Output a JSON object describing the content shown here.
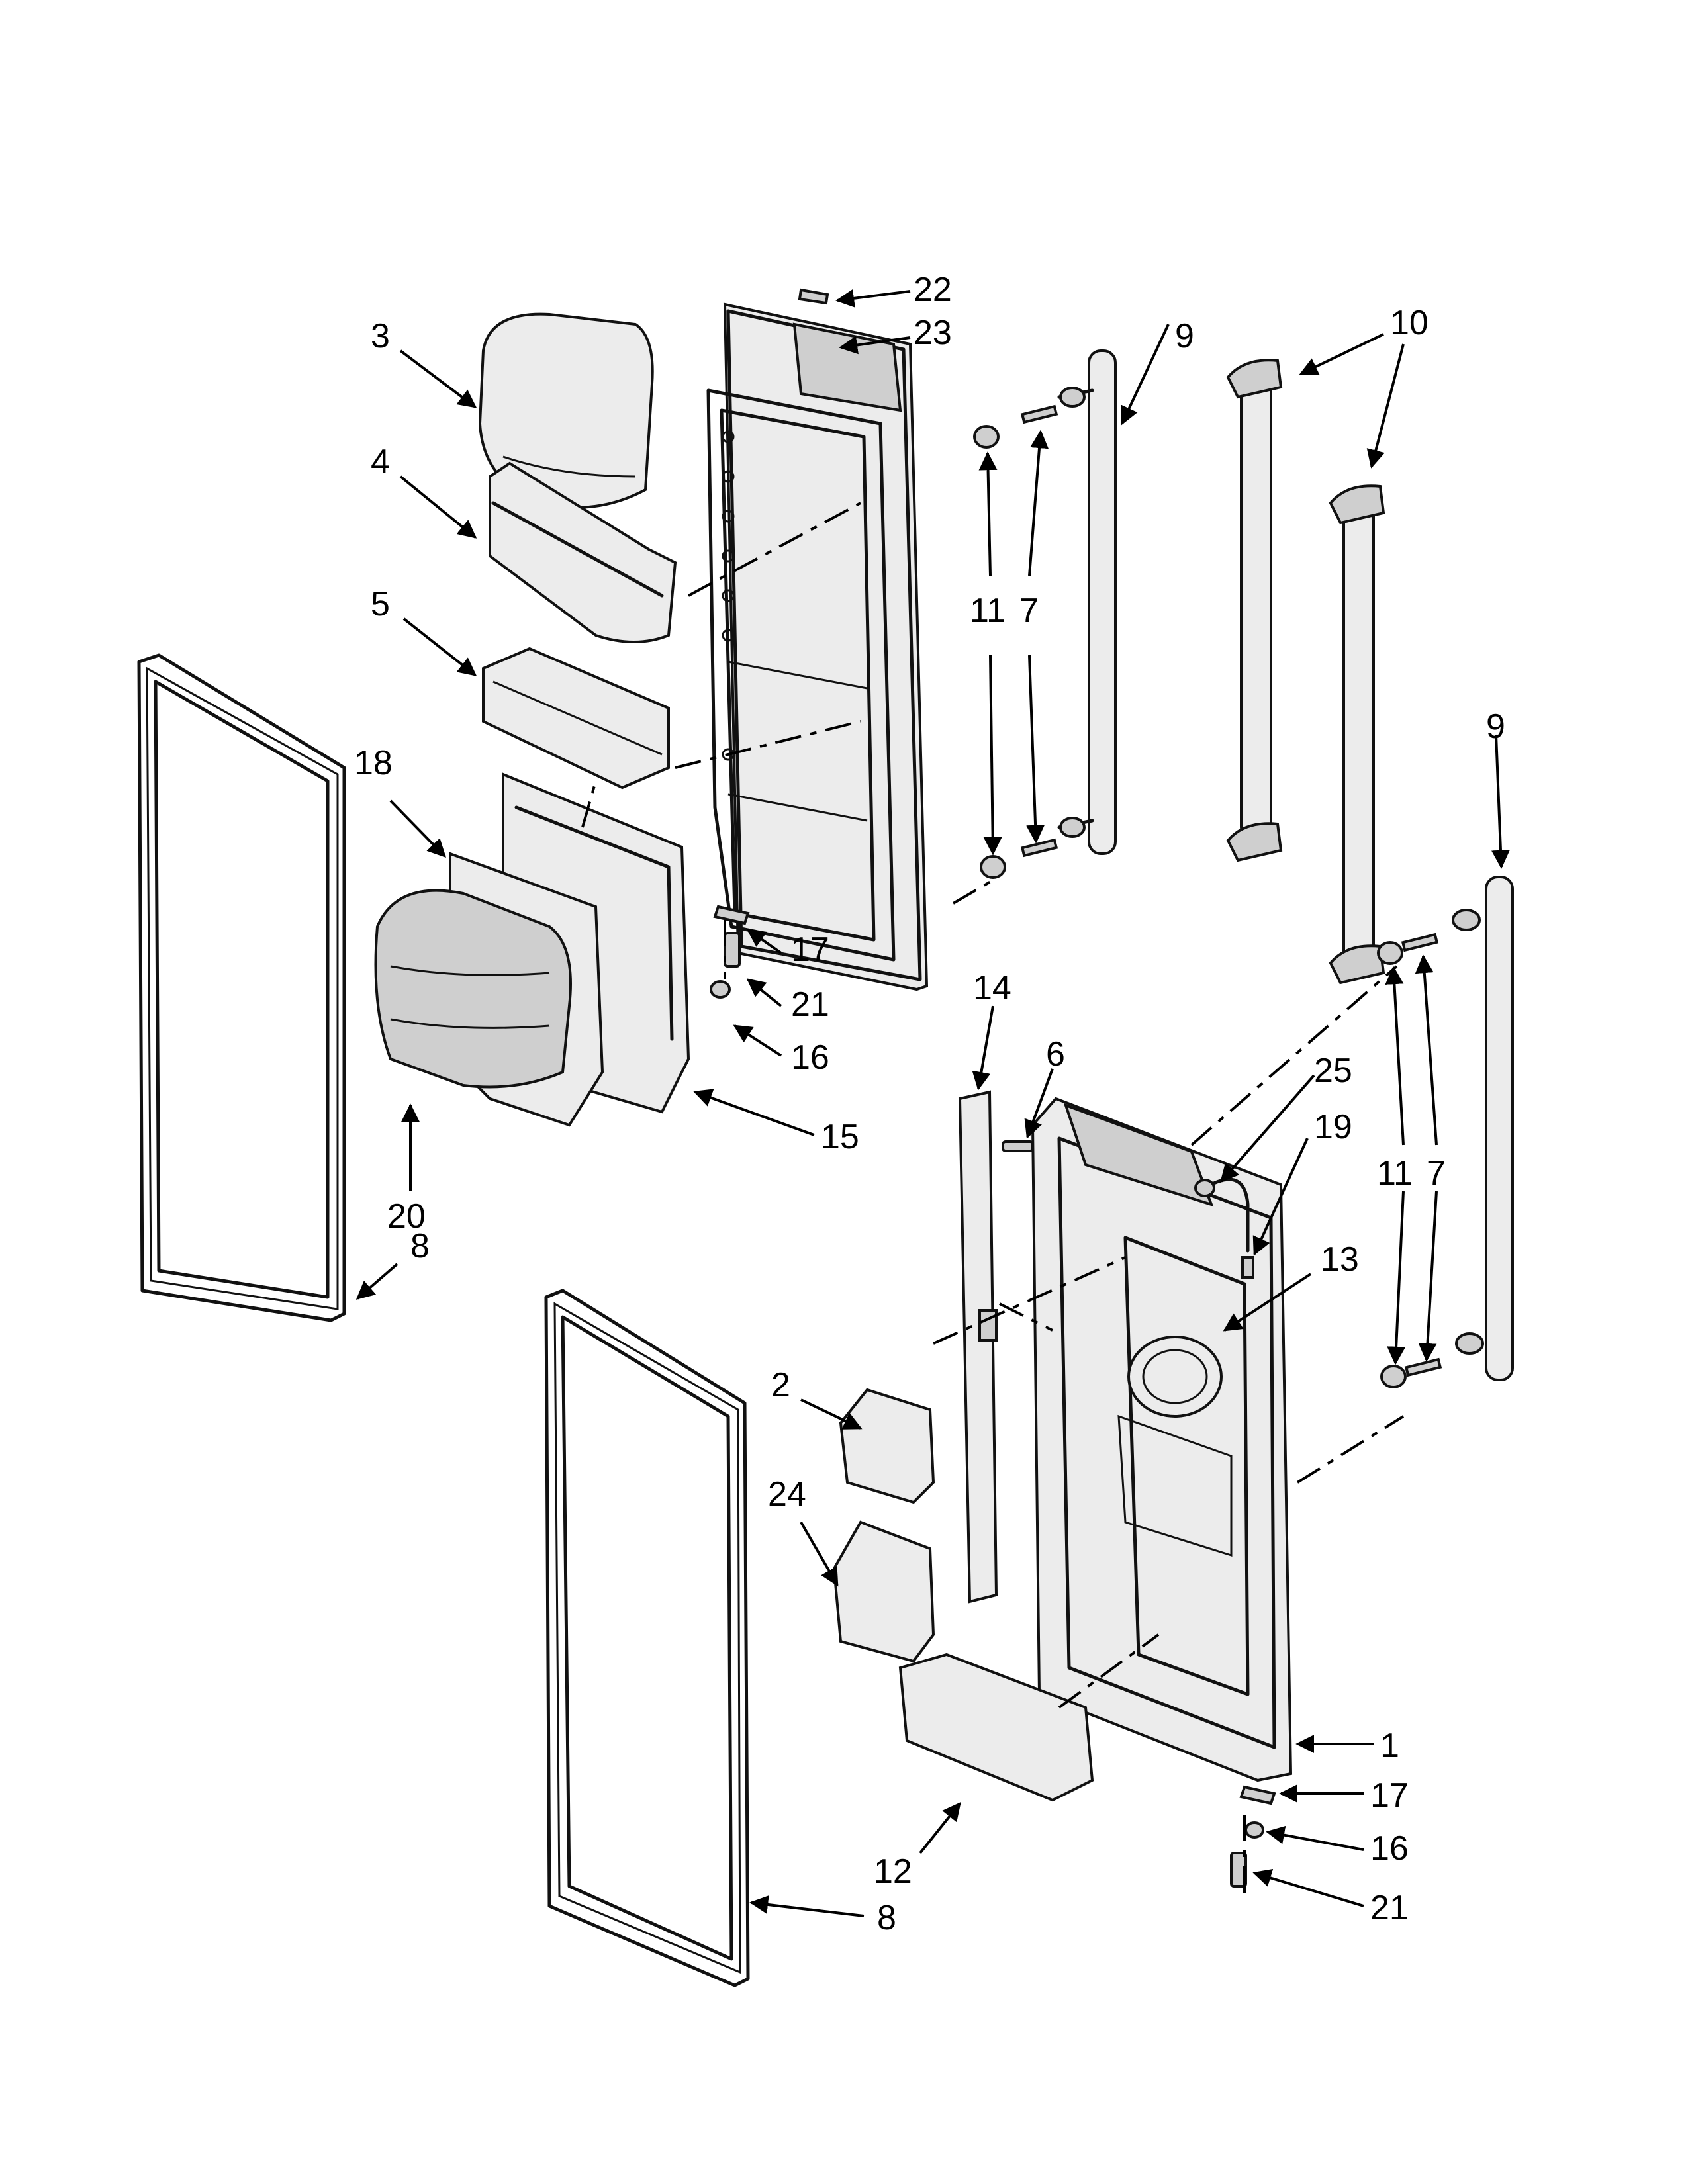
{
  "callouts": {
    "c1": "1",
    "c2": "2",
    "c3": "3",
    "c4": "4",
    "c5": "5",
    "c6": "6",
    "c7a": "7",
    "c7b": "7",
    "c8a": "8",
    "c8b": "8",
    "c9a": "9",
    "c9b": "9",
    "c10": "10",
    "c11a": "11",
    "c11b": "11",
    "c12": "12",
    "c13": "13",
    "c14": "14",
    "c15": "15",
    "c16a": "16",
    "c16b": "16",
    "c17a": "17",
    "c17b": "17",
    "c18": "18",
    "c19": "19",
    "c20": "20",
    "c21a": "21",
    "c21b": "21",
    "c22": "22",
    "c23": "23",
    "c24": "24",
    "c25": "25"
  }
}
